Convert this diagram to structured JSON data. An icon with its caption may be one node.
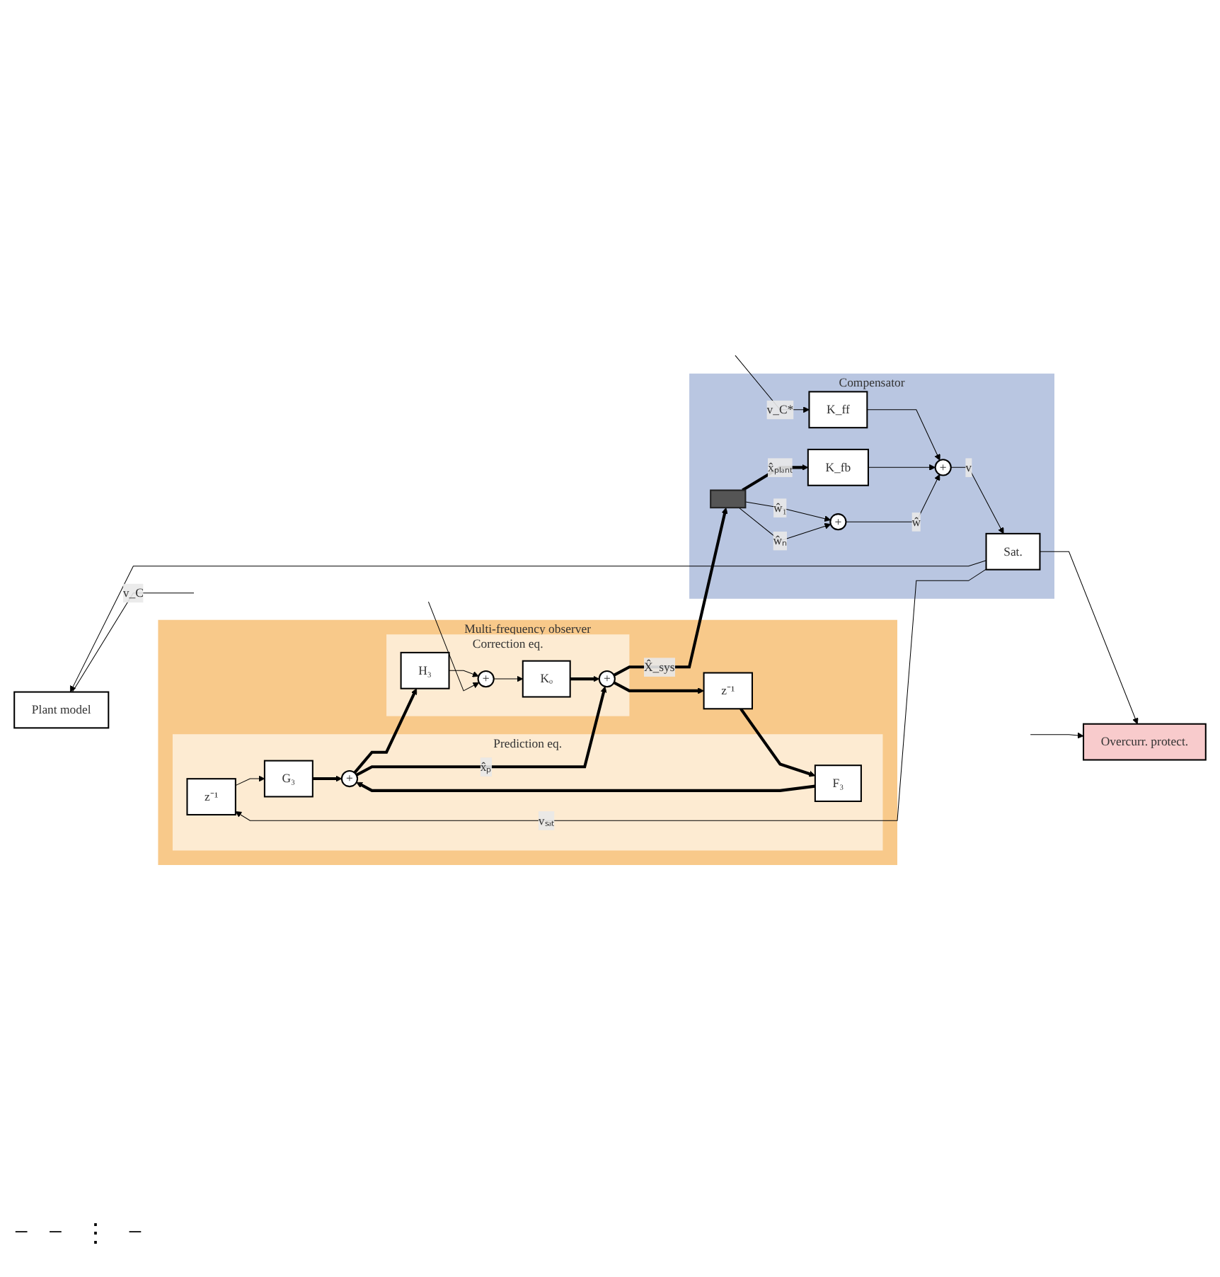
{
  "diagram": {
    "nodes": [
      {
        "text": [
          "Compensator"
        ]
      },
      {
        "text": [
          "K_ff"
        ],
        "in": 0
      },
      {
        "text": [
          "+"
        ],
        "in": 0
      },
      {
        "text": [
          "Sat."
        ],
        "in": 0
      },
      {
        "text": [
          "K_fb"
        ],
        "in": 0
      },
      {
        "text": [
          "+"
        ],
        "in": 0
      },
      {
        "text": [],
        "shape": "bar",
        "in": 0
      },
      {
        "text": [
          "Plant model"
        ]
      },
      {
        "text": [
          "Multi-frequency observer"
        ]
      },
      {
        "text": [
          "Prediction eq."
        ],
        "in": 8
      },
      {
        "text": [
          "z⁻¹"
        ],
        "in": 9
      },
      {
        "text": [
          "G₃"
        ],
        "in": 9
      },
      {
        "text": [
          "F₃"
        ],
        "in": 9
      },
      {
        "text": [
          "+"
        ],
        "in": 9
      },
      {
        "text": [
          "z⁻¹"
        ],
        "in": 8
      },
      {
        "text": [
          "Correction eq."
        ],
        "in": 8
      },
      {
        "text": [
          "H₃"
        ],
        "in": 15
      },
      {
        "text": [
          "+"
        ],
        "in": 15
      },
      {
        "text": [
          "Kₒ"
        ],
        "in": 15
      },
      {
        "text": [
          "+"
        ],
        "in": 15
      },
      {
        "text": [
          "Overcurr. protect."
        ]
      }
    ],
    "edges": [
      {
        "from": null,
        "to": 1,
        "arrow": "to",
        "label": "v_C*"
      },
      {
        "from": 1,
        "to": 2,
        "arrow": "to"
      },
      {
        "from": 2,
        "to": 3,
        "arrow": "to",
        "label": "v"
      },
      {
        "from": 3,
        "to": 7,
        "arrow": "to"
      },
      {
        "from": 7,
        "to": null,
        "arrow": "none",
        "label": "v_C"
      },
      {
        "from": 3,
        "to": 10,
        "arrow": "to",
        "label": "vₛₐₜ"
      },
      {
        "from": 3,
        "to": 20,
        "arrow": "to"
      },
      {
        "from": null,
        "to": 20,
        "arrow": "to"
      },
      {
        "from": 10,
        "to": 11,
        "arrow": "to"
      },
      {
        "from": 11,
        "to": 13,
        "arrow": "to",
        "style": "thick"
      },
      {
        "from": 12,
        "to": 13,
        "arrow": "to",
        "style": "thick"
      },
      {
        "from": 13,
        "to": 16,
        "arrow": "to",
        "style": "thick"
      },
      {
        "from": 13,
        "to": 19,
        "arrow": "to",
        "style": "thick",
        "label": "x̂ₚ"
      },
      {
        "from": 16,
        "to": 17,
        "arrow": "to"
      },
      {
        "from": null,
        "to": 17,
        "arrow": "to"
      },
      {
        "from": 17,
        "to": 18,
        "arrow": "to"
      },
      {
        "from": 18,
        "to": 19,
        "arrow": "to",
        "style": "thick"
      },
      {
        "from": 19,
        "to": 6,
        "arrow": "to",
        "style": "thick",
        "label": "X̂_sys"
      },
      {
        "from": 19,
        "to": 14,
        "arrow": "to",
        "style": "thick"
      },
      {
        "from": 14,
        "to": 12,
        "arrow": "to",
        "style": "thick"
      },
      {
        "from": 6,
        "to": 4,
        "arrow": "to",
        "style": "thick",
        "label": "x̂ₚₗₐₙₜ"
      },
      {
        "from": 4,
        "to": 2,
        "arrow": "to"
      },
      {
        "from": 6,
        "to": 5,
        "arrow": "to",
        "label": "ŵ₁"
      },
      {
        "from": 6,
        "to": 5,
        "arrow": "to",
        "label": "ŵₙ"
      },
      {
        "from": 5,
        "to": 2,
        "arrow": "to",
        "label": "ŵ"
      }
    ],
    "labels": [
      "−",
      "−",
      "⋮",
      "−"
    ]
  }
}
